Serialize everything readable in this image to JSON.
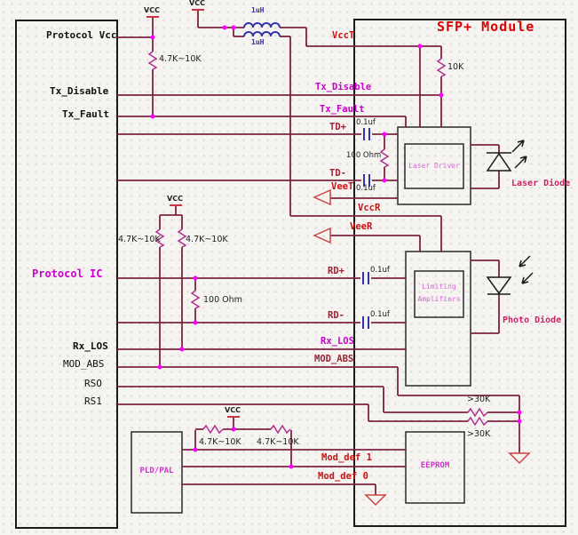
{
  "title": "SFP+ Module",
  "host": {
    "name": "Protocol IC",
    "pins": {
      "protocol_vcc": "Protocol Vcc",
      "tx_disable": "Tx_Disable",
      "tx_fault": "Tx_Fault",
      "rx_los": "Rx_LOS",
      "mod_abs": "MOD_ABS",
      "rs0": "RSO",
      "rs1": "RS1"
    }
  },
  "module": {
    "pins": {
      "vcct": "VccT",
      "tx_disable": "Tx_Disable",
      "tx_fault": "Tx_Fault",
      "td_plus": "TD+",
      "td_minus": "TD-",
      "veet": "VeeT",
      "vccr": "VccR",
      "veer": "VeeR",
      "rd_plus": "RD+",
      "rd_minus": "RD-",
      "rx_los": "Rx_LOS",
      "mod_abs": "MOD_ABS",
      "mod_def1": "Mod_def 1",
      "mod_def0": "Mod_def 0"
    },
    "parts": {
      "laser_driver": "Laser Driver",
      "laser_diode": "Laser Diode",
      "limiting_amp_line1": "Limiting",
      "limiting_amp_line2": "Amplifiers",
      "photo_diode": "Photo Diode",
      "eeprom": "EEPROM"
    }
  },
  "external_parts": {
    "pld": "PLD/PAL"
  },
  "values": {
    "pullup": "4.7K~10K",
    "r_10k": "10K",
    "r_100": "100 Ohm",
    "r_30k": ">30K",
    "cap": "0.1uf",
    "inductor": "1uH",
    "vcc": "VCC"
  },
  "colors": {
    "wire": "#7c2342",
    "junction": "#ff00ff",
    "label_red": "#cc1111",
    "label_magenta": "#cc00cc",
    "label_darkred": "#992233",
    "part_text": "#cc33cc",
    "blue_symbol": "#3333aa",
    "title": "#dd0000"
  }
}
